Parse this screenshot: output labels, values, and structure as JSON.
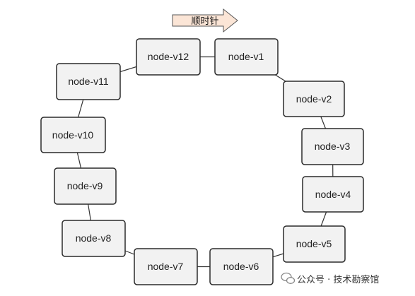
{
  "direction_label": "顺时针",
  "nodes": [
    {
      "id": "v12",
      "label": "node-v12"
    },
    {
      "id": "v1",
      "label": "node-v1"
    },
    {
      "id": "v11",
      "label": "node-v11"
    },
    {
      "id": "v2",
      "label": "node-v2"
    },
    {
      "id": "v10",
      "label": "node-v10"
    },
    {
      "id": "v3",
      "label": "node-v3"
    },
    {
      "id": "v9",
      "label": "node-v9"
    },
    {
      "id": "v4",
      "label": "node-v4"
    },
    {
      "id": "v8",
      "label": "node-v8"
    },
    {
      "id": "v5",
      "label": "node-v5"
    },
    {
      "id": "v7",
      "label": "node-v7"
    },
    {
      "id": "v6",
      "label": "node-v6"
    }
  ],
  "ring_order": [
    "v1",
    "v2",
    "v3",
    "v4",
    "v5",
    "v6",
    "v7",
    "v8",
    "v9",
    "v10",
    "v11",
    "v12"
  ],
  "watermark": {
    "source_text": "公众号 · 技术勘察馆",
    "icon": "wechat-icon"
  },
  "colors": {
    "node_fill": "#f2f2f2",
    "node_stroke": "#2b2b2b",
    "edge": "#333333",
    "arrow_fill": "#fbe5d6",
    "arrow_stroke": "#555555"
  }
}
